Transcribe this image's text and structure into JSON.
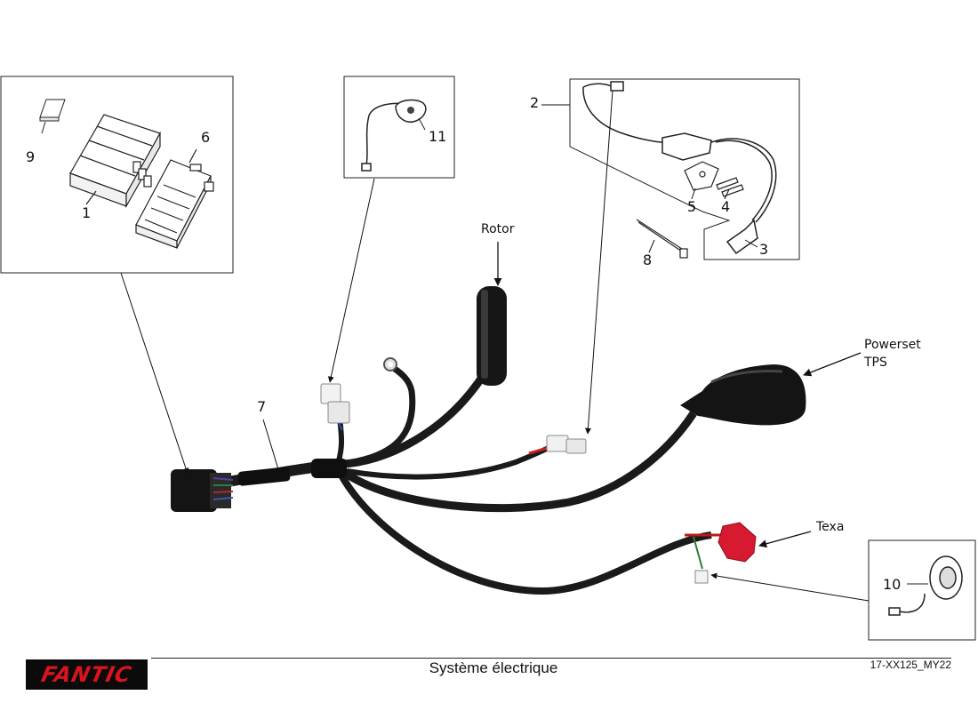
{
  "diagram": {
    "callouts": {
      "n1": "1",
      "n2": "2",
      "n3": "3",
      "n4": "4",
      "n5": "5",
      "n6": "6",
      "n7": "7",
      "n8": "8",
      "n9": "9",
      "n10": "10",
      "n11": "11"
    },
    "labels": {
      "rotor": "Rotor",
      "powerset_line1": "Powerset",
      "powerset_line2": "TPS",
      "texa": "Texa"
    }
  },
  "footer": {
    "brand": "FANTIC",
    "title": "Système électrique",
    "code": "17-XX125_MY22"
  },
  "colors": {
    "brand_red": "#d8141d",
    "connector_red": "#d81a30",
    "cable_black": "#1a1a1a"
  }
}
